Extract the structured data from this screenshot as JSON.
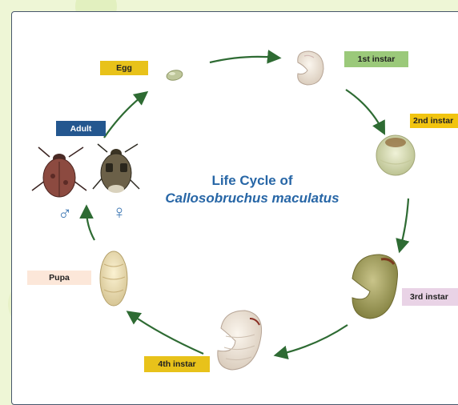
{
  "title": {
    "line1": "Life Cycle of",
    "line2": "Callosobruchus maculatus"
  },
  "stages": {
    "egg": "Egg",
    "instar1": "1st instar",
    "instar2": "2nd instar",
    "instar3": "3rd instar",
    "instar4": "4th instar",
    "pupa": "Pupa",
    "adult": "Adult"
  },
  "symbols": {
    "male": "♂",
    "female": "♀"
  },
  "colors": {
    "egg_label": "#e8c21a",
    "instar1_label": "#9bc97a",
    "instar2_label": "#f1c40f",
    "instar3_label": "#e9d3e6",
    "instar4_label": "#e8c21a",
    "pupa_label": "#fce7d9",
    "adult_label": "#24578f",
    "arrow": "#2e6b33",
    "title": "#2766a6"
  }
}
